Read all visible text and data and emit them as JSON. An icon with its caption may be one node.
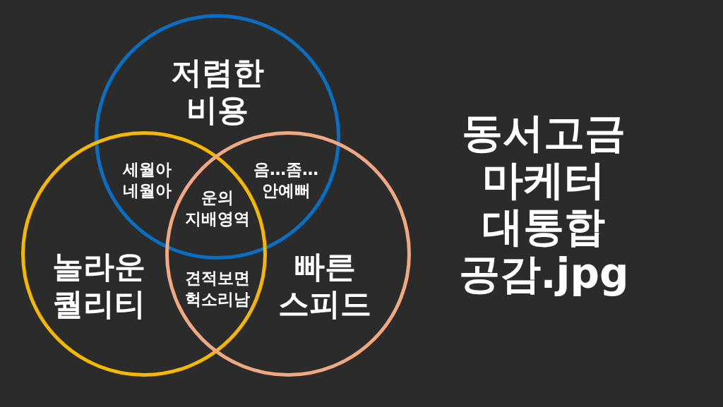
{
  "diagram": {
    "title": "동서고금 마케터 대통합 공감.jpg",
    "nodes": [
      {
        "text": [
          "저렴한 비용"
        ]
      },
      {
        "text": [
          "놀라운 퀄리티"
        ]
      },
      {
        "text": [
          "빠른 스피드"
        ]
      }
    ],
    "labels": [
      "세월아 네월아",
      "음…좀… 안예뻐",
      "운의 지배영역",
      "견적보면 헉소리남"
    ]
  }
}
